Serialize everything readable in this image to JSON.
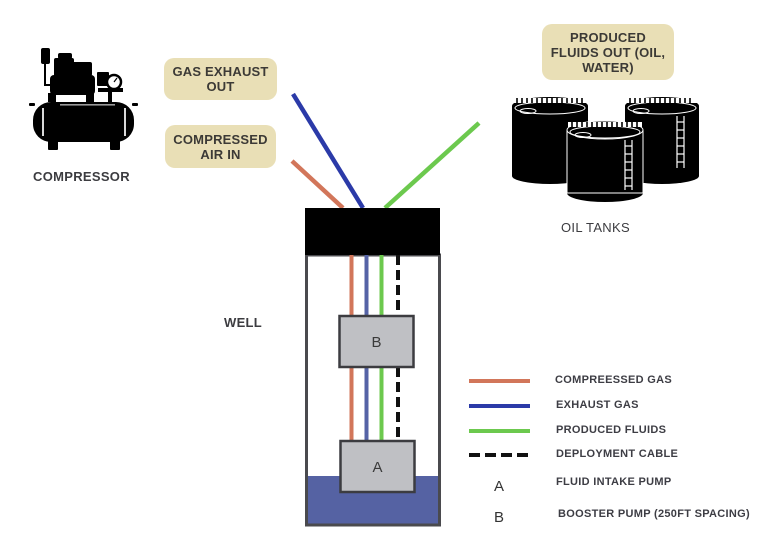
{
  "title": "Gas-lift pump well diagram",
  "compressor": {
    "label": "COMPRESSOR",
    "icon": "air-compressor-icon"
  },
  "callouts": {
    "gas_exhaust": "GAS EXHAUST\nOUT",
    "compressed_air": "COMPRESSED\nAIR IN",
    "produced_fluids": "PRODUCED\nFLUIDS OUT (OIL,\nWATER)"
  },
  "oil_tanks": {
    "label": "OIL TANKS",
    "icon": "oil-storage-tanks-icon",
    "count": 3
  },
  "well": {
    "label": "WELL",
    "pump_b": "B",
    "pump_a": "A"
  },
  "colors": {
    "compressed_gas": "#d2765a",
    "exhaust_gas": "#2b3aa8",
    "produced_fluids": "#6cc94e",
    "deployment_cable": "#111111",
    "callout_bg": "#e9dfb6",
    "fluid": "#5562a3",
    "pump": "#bfc0c4"
  },
  "legend": {
    "lines": [
      {
        "key": "compressed_gas",
        "label": "COMPREESSED GAS"
      },
      {
        "key": "exhaust_gas",
        "label": "EXHAUST GAS"
      },
      {
        "key": "produced_fluids",
        "label": "PRODUCED FLUIDS"
      },
      {
        "key": "deployment_cable",
        "label": "DEPLOYMENT CABLE"
      }
    ],
    "letters": [
      {
        "letter": "A",
        "label": "FLUID INTAKE PUMP"
      },
      {
        "letter": "B",
        "label": "BOOSTER PUMP (250FT SPACING)"
      }
    ]
  }
}
